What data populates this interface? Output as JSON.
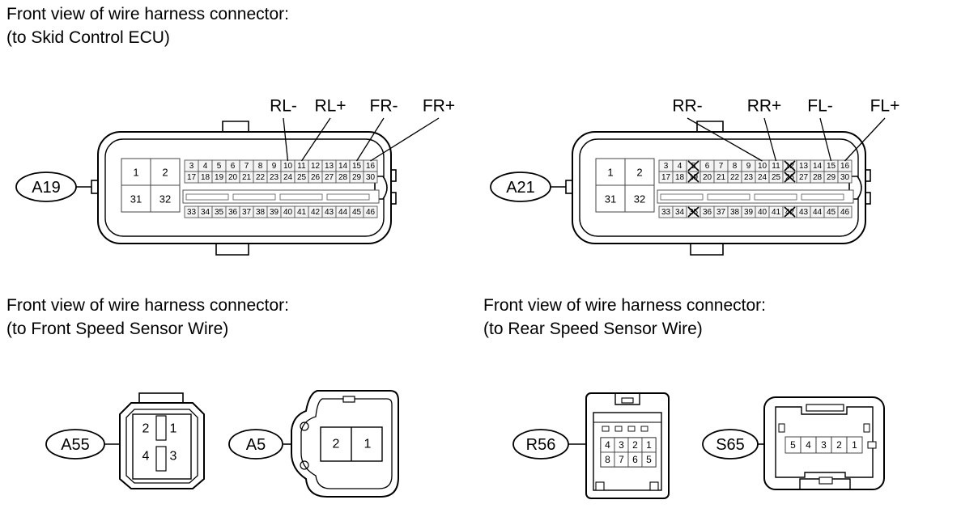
{
  "captions": {
    "ecu_line1": "Front view of wire harness connector:",
    "ecu_line2": "(to Skid Control ECU)",
    "front_line1": "Front view of wire harness connector:",
    "front_line2": "(to Front Speed Sensor Wire)",
    "rear_line1": "Front view of wire harness connector:",
    "rear_line2": "(to Rear Speed Sensor Wire)"
  },
  "connectors": {
    "a19": {
      "tag": "A19",
      "big_pins": [
        "1",
        "2",
        "31",
        "32"
      ],
      "row1": [
        "3",
        "4",
        "5",
        "6",
        "7",
        "8",
        "9",
        "10",
        "11",
        "12",
        "13",
        "14",
        "15",
        "16"
      ],
      "row2": [
        "17",
        "18",
        "19",
        "20",
        "21",
        "22",
        "23",
        "24",
        "25",
        "26",
        "27",
        "28",
        "29",
        "30"
      ],
      "row3": [
        "33",
        "34",
        "35",
        "36",
        "37",
        "38",
        "39",
        "40",
        "41",
        "42",
        "43",
        "44",
        "45",
        "46"
      ],
      "leads": [
        "RL-",
        "RL+",
        "FR-",
        "FR+"
      ]
    },
    "a21": {
      "tag": "A21",
      "big_pins": [
        "1",
        "2",
        "31",
        "32"
      ],
      "row1": [
        "3",
        "4",
        "5",
        "6",
        "7",
        "8",
        "9",
        "10",
        "11",
        "12",
        "13",
        "14",
        "15",
        "16"
      ],
      "row2": [
        "17",
        "18",
        "19",
        "20",
        "21",
        "22",
        "23",
        "24",
        "25",
        "26",
        "27",
        "28",
        "29",
        "30"
      ],
      "row3": [
        "33",
        "34",
        "35",
        "36",
        "37",
        "38",
        "39",
        "40",
        "41",
        "42",
        "43",
        "44",
        "45",
        "46"
      ],
      "leads": [
        "RR-",
        "RR+",
        "FL-",
        "FL+"
      ],
      "crossed_pins": [
        "5",
        "12",
        "19",
        "26",
        "35",
        "42"
      ]
    },
    "a55": {
      "tag": "A55",
      "pins": [
        "2",
        "1",
        "4",
        "3"
      ]
    },
    "a5": {
      "tag": "A5",
      "pins": [
        "2",
        "1"
      ]
    },
    "r56": {
      "tag": "R56",
      "pins": [
        "4",
        "3",
        "2",
        "1",
        "8",
        "7",
        "6",
        "5"
      ]
    },
    "s65": {
      "tag": "S65",
      "pins": [
        "5",
        "4",
        "3",
        "2",
        "1"
      ]
    }
  }
}
